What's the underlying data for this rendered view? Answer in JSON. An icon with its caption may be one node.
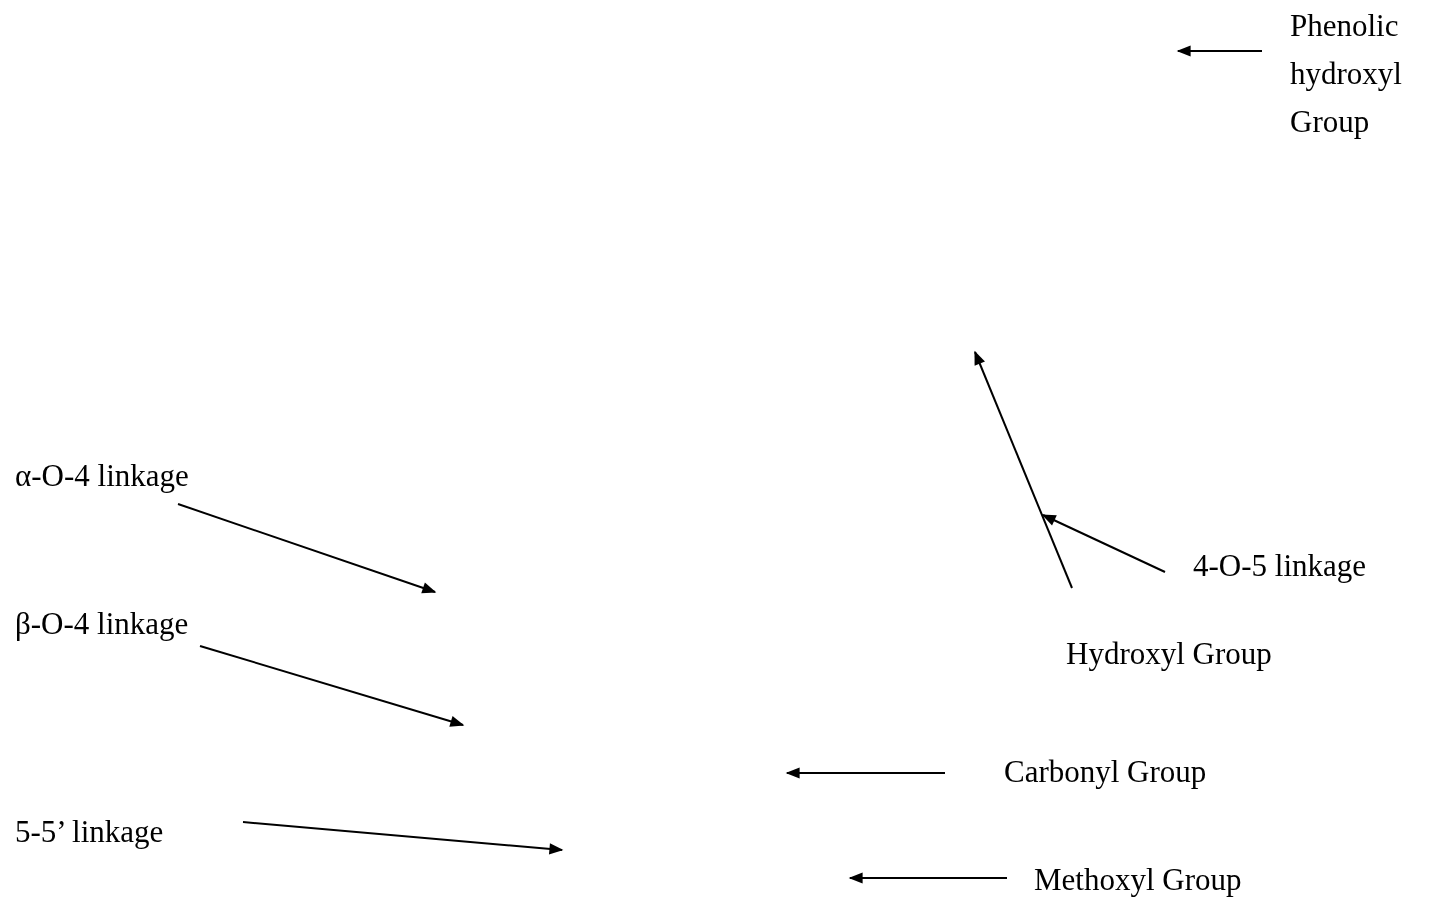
{
  "diagram": {
    "nodes": [
      {
        "text": [
          "Phenolic hydroxyl Group"
        ]
      },
      {
        "text": [
          "α-O-4 linkage"
        ]
      },
      {
        "text": [
          "β-O-4 linkage"
        ]
      },
      {
        "text": [
          "5-5’ linkage"
        ]
      },
      {
        "text": [
          "4-O-5 linkage"
        ]
      },
      {
        "text": [
          "Hydroxyl Group"
        ]
      },
      {
        "text": [
          "Carbonyl Group"
        ]
      },
      {
        "text": [
          "Methoxyl Group"
        ]
      }
    ],
    "edges": [
      {
        "from": 0,
        "to": null,
        "arrow": "to"
      },
      {
        "from": 1,
        "to": null,
        "arrow": "to"
      },
      {
        "from": 2,
        "to": null,
        "arrow": "to"
      },
      {
        "from": 3,
        "to": null,
        "arrow": "to"
      },
      {
        "from": 4,
        "to": null,
        "arrow": "to"
      },
      {
        "from": 5,
        "to": null,
        "arrow": "to"
      },
      {
        "from": 6,
        "to": null,
        "arrow": "to"
      },
      {
        "from": 7,
        "to": null,
        "arrow": "to"
      }
    ]
  }
}
